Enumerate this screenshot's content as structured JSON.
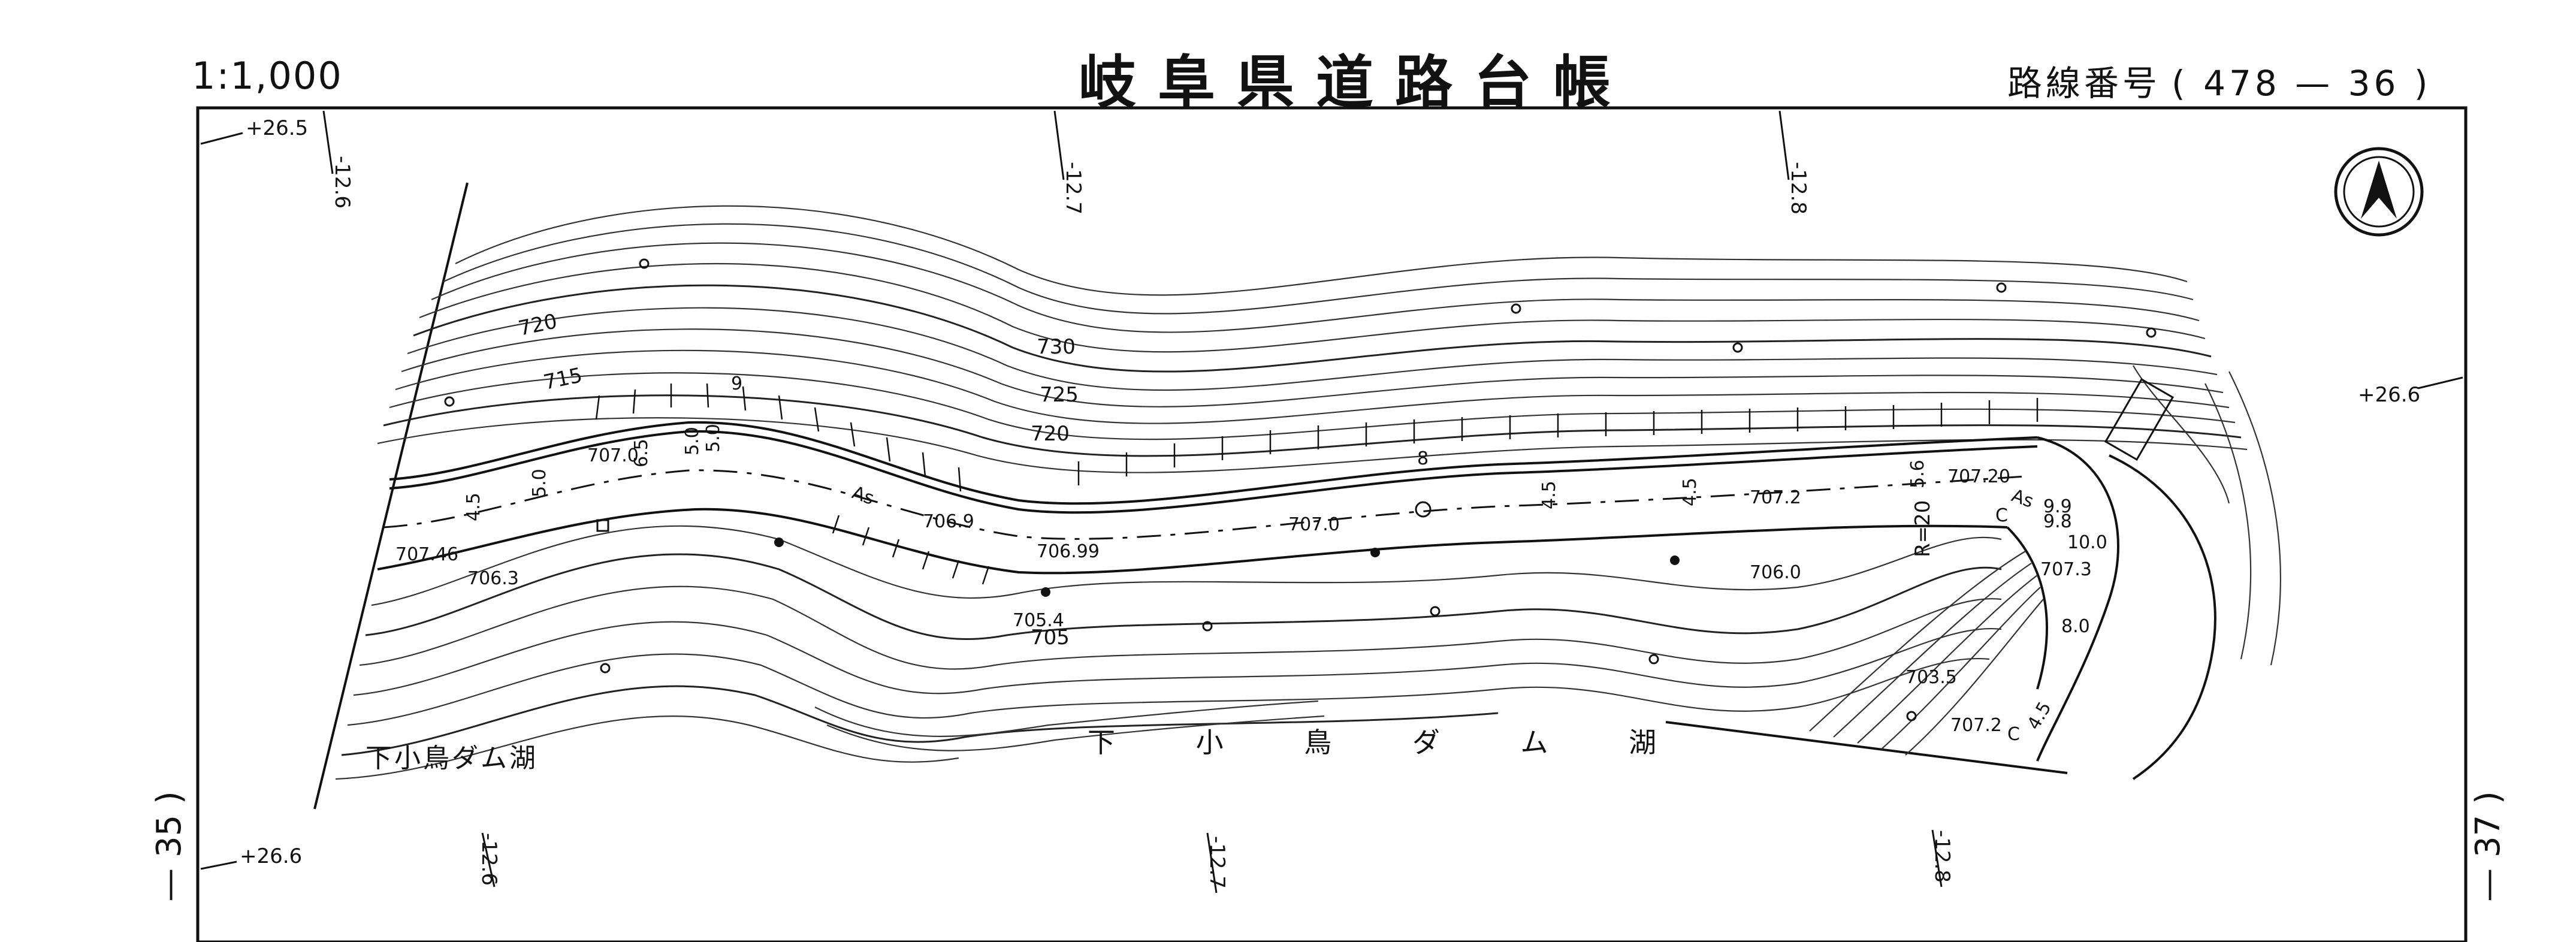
{
  "header": {
    "scale": "1:1,000",
    "title": "岐阜県道路台帳",
    "route_label": "路線番号",
    "route_number": "( 478 — 36 )"
  },
  "sheet_refs": {
    "left": "— 35 )",
    "right": "— 37 )"
  },
  "grid_labels": {
    "top_left_offset": "+26.5",
    "bottom_left_offset": "+26.6",
    "right_offset": "+26.6",
    "top_ticks": [
      "-12.6",
      "-12.7",
      "-12.8"
    ],
    "bottom_ticks": [
      "-12.6",
      "-12.7",
      "-12.8"
    ]
  },
  "contour_labels": [
    "720",
    "715",
    "730",
    "725",
    "720",
    "705"
  ],
  "elevations": [
    "707.0",
    "707.46",
    "706.3",
    "706.9",
    "706.99",
    "705.4",
    "707.0",
    "707.2",
    "706.0",
    "707.20",
    "707.3",
    "703.5",
    "707.2",
    "10.0",
    "9.9",
    "9.8",
    "8.0"
  ],
  "road_widths": [
    "4.5",
    "5.0",
    "6.5",
    "5.0",
    "5.0",
    "4.5",
    "4.5",
    "5.6",
    "4.5"
  ],
  "curve_label": "R=20",
  "surface_labels": [
    "As",
    "As"
  ],
  "misc_labels": [
    "9",
    "8",
    "C",
    "C"
  ],
  "place_names": {
    "lake_left": "下小鳥ダム湖",
    "lake_center": "下 小 鳥 ダ ム 湖"
  },
  "north_arrow": "north-arrow-icon"
}
